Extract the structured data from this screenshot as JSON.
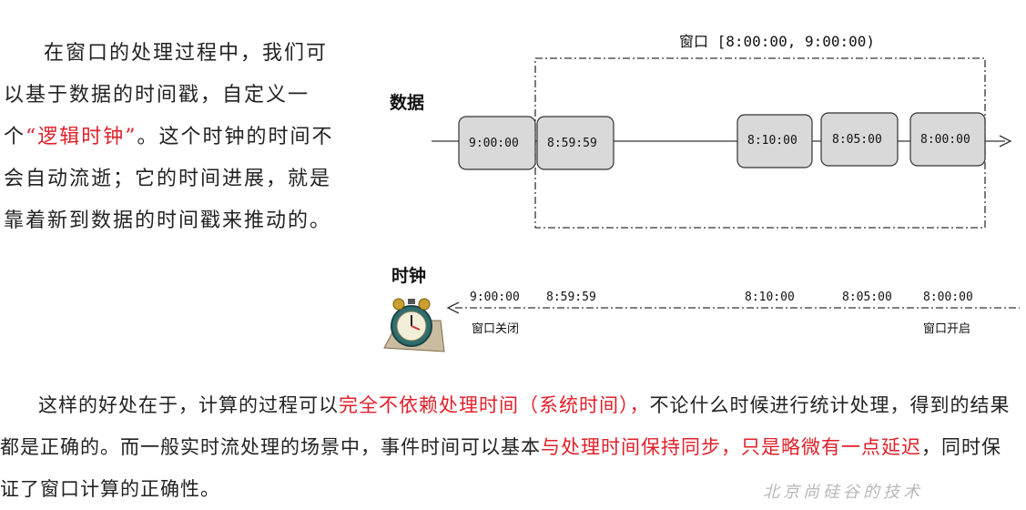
{
  "left_paragraph": {
    "part1": "在窗口的处理过程中，我们可以基于数据的时间戳，自定义一个",
    "highlight": "“逻辑时钟”",
    "part2": "。这个时钟的时间不会自动流逝；它的时间进展，就是靠着新到数据的时间戳来推动的。"
  },
  "diagram": {
    "window_label": "窗口  [8:00:00, 9:00:00)",
    "data_label": "数据",
    "clock_label": "时钟",
    "data_boxes": [
      "9:00:00",
      "8:59:59",
      "8:10:00",
      "8:05:00",
      "8:00:00"
    ],
    "clock_ticks": [
      "9:00:00",
      "8:59:59",
      "8:10:00",
      "8:05:00",
      "8:00:00"
    ],
    "window_close_label": "窗口关闭",
    "window_open_label": "窗口开启",
    "colors": {
      "box_fill": "#d9d9d9",
      "line": "#333333",
      "accent_red": "#e0202a"
    }
  },
  "bottom_paragraph": {
    "part1": "这样的好处在于，计算的过程可以",
    "highlight1": "完全不依赖处理时间（系统时间），",
    "part2": "不论什么时候进行统计处理，得到的结果都是正确的。而一般实时流处理的场景中，事件时间可以基本",
    "highlight2": "与处理时间保持同步，只是略微有一点延迟",
    "part3": "，同时保证了窗口计算的正确性。"
  },
  "watermark": "北京尚硅谷的技术"
}
